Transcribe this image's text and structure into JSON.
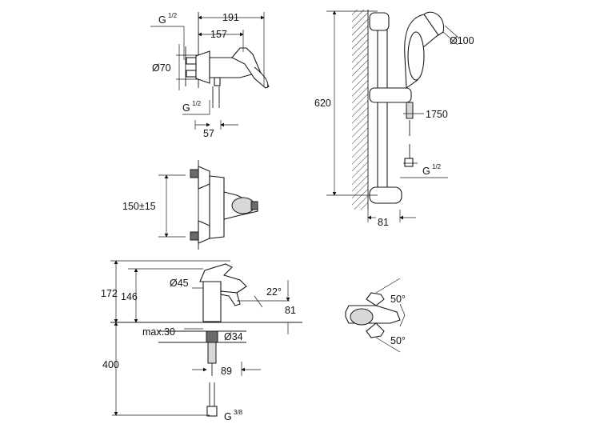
{
  "labels": {
    "g_half_a": "G",
    "g_half_a_frac": "1/2",
    "d191": "191",
    "d157": "157",
    "d70": "Ø70",
    "g_half_b": "G",
    "g_half_b_frac": "1/2",
    "d57": "57",
    "d150": "150±15",
    "d620": "620",
    "d100": "Ø100",
    "d1750": "1750",
    "g_half_c": "G",
    "g_half_c_frac": "1/2",
    "d81a": "81",
    "d172": "172",
    "d146": "146",
    "d45": "Ø45",
    "a22": "22°",
    "d81b": "81",
    "max30": "max.30",
    "d34": "Ø34",
    "d400": "400",
    "d89": "89",
    "g38": "G",
    "g38_frac": "3/8",
    "a50a": "50°",
    "a50b": "50°"
  }
}
